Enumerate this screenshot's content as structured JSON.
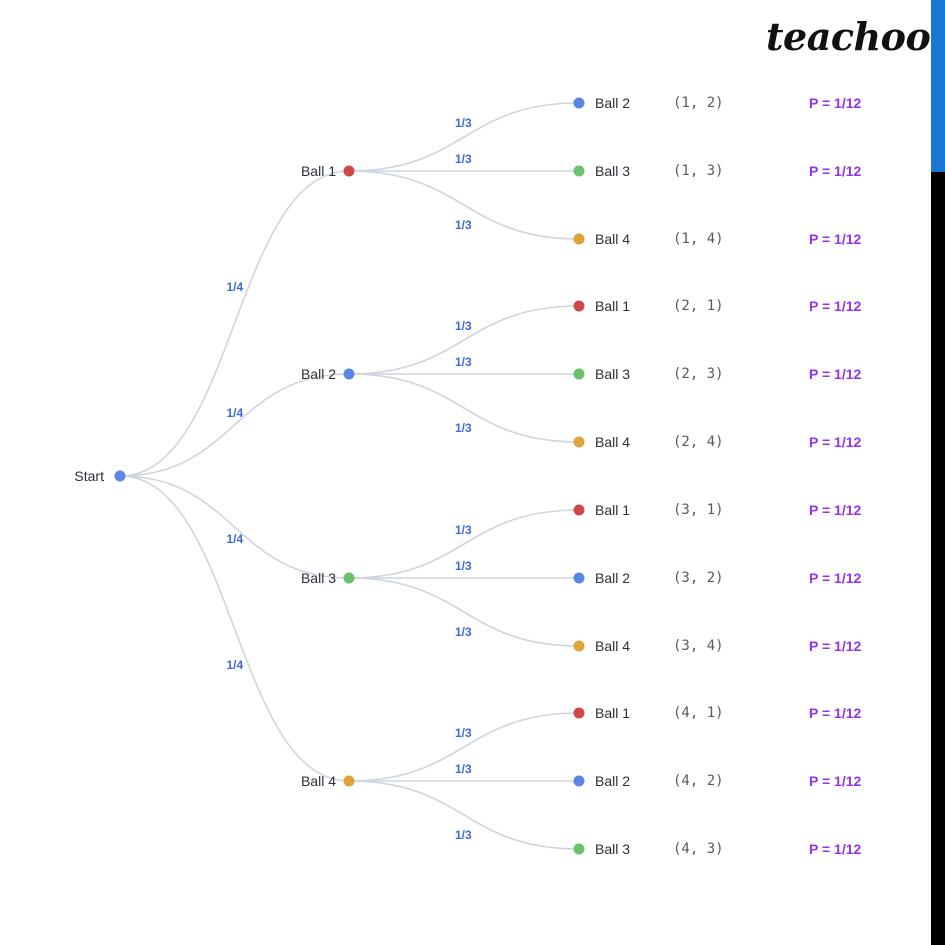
{
  "brand": {
    "logo_text": "teachoo"
  },
  "colors": {
    "ball_1": "#d04848",
    "ball_2": "#5b86e5",
    "ball_3": "#6cc26c",
    "ball_4": "#e2a23a",
    "start": "#5b86e5",
    "edge": "#cfd5e0",
    "edge_probability": "#3f6bd8",
    "probability_text": "#9333ea",
    "accent_bar": "#1976d2"
  },
  "tree": {
    "root": {
      "label": "Start"
    },
    "first_draw_probability": "1/4",
    "second_draw_probability": "1/3",
    "branches": [
      {
        "label": "Ball 1",
        "ball": "ball_1",
        "children": [
          {
            "label": "Ball 2",
            "ball": "ball_2",
            "outcome": "(1, 2)",
            "probability": "P = 1/12"
          },
          {
            "label": "Ball 3",
            "ball": "ball_3",
            "outcome": "(1, 3)",
            "probability": "P = 1/12"
          },
          {
            "label": "Ball 4",
            "ball": "ball_4",
            "outcome": "(1, 4)",
            "probability": "P = 1/12"
          }
        ]
      },
      {
        "label": "Ball 2",
        "ball": "ball_2",
        "children": [
          {
            "label": "Ball 1",
            "ball": "ball_1",
            "outcome": "(2, 1)",
            "probability": "P = 1/12"
          },
          {
            "label": "Ball 3",
            "ball": "ball_3",
            "outcome": "(2, 3)",
            "probability": "P = 1/12"
          },
          {
            "label": "Ball 4",
            "ball": "ball_4",
            "outcome": "(2, 4)",
            "probability": "P = 1/12"
          }
        ]
      },
      {
        "label": "Ball 3",
        "ball": "ball_3",
        "children": [
          {
            "label": "Ball 1",
            "ball": "ball_1",
            "outcome": "(3, 1)",
            "probability": "P = 1/12"
          },
          {
            "label": "Ball 2",
            "ball": "ball_2",
            "outcome": "(3, 2)",
            "probability": "P = 1/12"
          },
          {
            "label": "Ball 4",
            "ball": "ball_4",
            "outcome": "(3, 4)",
            "probability": "P = 1/12"
          }
        ]
      },
      {
        "label": "Ball 4",
        "ball": "ball_4",
        "children": [
          {
            "label": "Ball 1",
            "ball": "ball_1",
            "outcome": "(4, 1)",
            "probability": "P = 1/12"
          },
          {
            "label": "Ball 2",
            "ball": "ball_2",
            "outcome": "(4, 2)",
            "probability": "P = 1/12"
          },
          {
            "label": "Ball 3",
            "ball": "ball_3",
            "outcome": "(4, 3)",
            "probability": "P = 1/12"
          }
        ]
      }
    ]
  }
}
